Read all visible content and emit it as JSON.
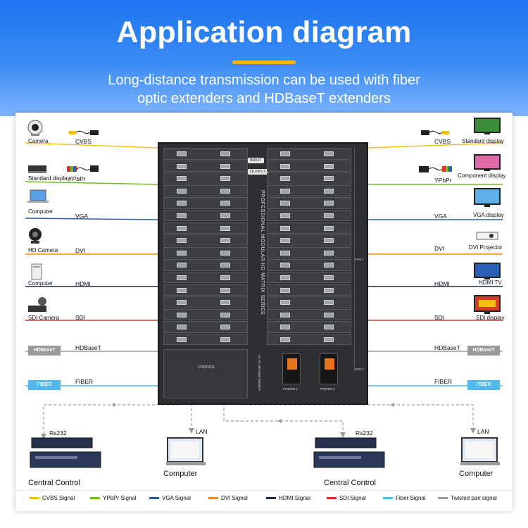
{
  "header": {
    "title": "Application diagram",
    "subtitle_line1": "Long-distance transmission can be used with fiber",
    "subtitle_line2": "optic extenders and HDBaseT extenders"
  },
  "colors": {
    "cvbs": "#f2c20c",
    "ypbpr": "#6ebd2b",
    "vga": "#2a5fb8",
    "dvi": "#ef8a1c",
    "hdmi": "#1c2a55",
    "sdi": "#e0302a",
    "fiber": "#53b9ea",
    "twisted": "#9b9b9b"
  },
  "left_devices": [
    {
      "label": "Camera",
      "signal": "CVBS",
      "icon": "camera-icon"
    },
    {
      "label": "Standard display",
      "signal": "YPbPr",
      "icon": "dvd-player-icon"
    },
    {
      "label": "Computer",
      "signal": "VGA",
      "icon": "laptop-icon"
    },
    {
      "label": "HD Camera",
      "signal": "DVI",
      "icon": "webcam-icon"
    },
    {
      "label": "Computer",
      "signal": "HDMI",
      "icon": "desktop-tower-icon"
    },
    {
      "label": "SDI Camera",
      "signal": "SDI",
      "icon": "ptz-camera-icon"
    },
    {
      "label": "HDBaseT",
      "signal": "HDBaseT",
      "icon": "hdbaset-box-icon"
    },
    {
      "label": "FIBER",
      "signal": "FIBER",
      "icon": "fiber-box-icon"
    }
  ],
  "right_devices": [
    {
      "label": "Standard display",
      "signal": "CVBS",
      "icon": "tv-icon"
    },
    {
      "label": "Component display",
      "signal": "YPbPr",
      "icon": "tv-icon"
    },
    {
      "label": "VGA display",
      "signal": "VGA",
      "icon": "monitor-icon"
    },
    {
      "label": "DVI Projector",
      "signal": "DVI",
      "icon": "projector-icon"
    },
    {
      "label": "HDMI TV",
      "signal": "HDMI",
      "icon": "tv-icon"
    },
    {
      "label": "SDI display",
      "signal": "SDI",
      "icon": "monitor-icon"
    },
    {
      "label": "HDBaseT",
      "signal": "HDBaseT",
      "icon": "hdbaset-box-icon"
    },
    {
      "label": "FIBER",
      "signal": "FIBER",
      "icon": "fiber-box-icon"
    }
  ],
  "chassis": {
    "series_text": "PROFESSIONAL MODULAR HD MATRIX SERIES",
    "input_label": "INPUT",
    "output_label": "OUTPUT",
    "fan1": "FAN 1",
    "fan2": "FAN 2",
    "control": "CONTROL",
    "power1": "POWER 1",
    "power2": "POWER 2",
    "ac_rating": "AC IN 100-240V 50/60Hz"
  },
  "bottom": {
    "left_rs232": "Rs232",
    "left_lan": "LAN",
    "right_rs232": "Rs232",
    "right_lan": "LAN",
    "central_control_left": "Central Control",
    "computer_left": "Computer",
    "central_control_right": "Central Control",
    "computer_right": "Computer"
  },
  "legend": [
    {
      "label": "CVBS Signal",
      "color": "#f2c20c"
    },
    {
      "label": "YPbPr Signal",
      "color": "#6ebd2b"
    },
    {
      "label": "VGA Signal",
      "color": "#2a5fb8"
    },
    {
      "label": "DVI Signal",
      "color": "#ef8a1c"
    },
    {
      "label": "HDMI Signal",
      "color": "#1c2a55"
    },
    {
      "label": "SDI Signal",
      "color": "#e0302a"
    },
    {
      "label": "Fiber Signal",
      "color": "#53b9ea"
    },
    {
      "label": "Twisted pair signal",
      "color": "#9b9b9b"
    }
  ]
}
